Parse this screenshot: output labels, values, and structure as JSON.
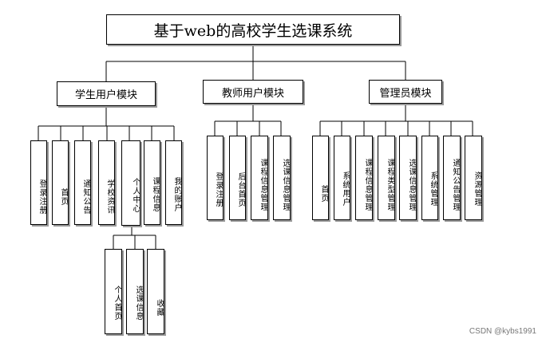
{
  "title": "基于web的高校学生选课系统",
  "modules": [
    {
      "name": "学生用户模块",
      "children": [
        "登录注册",
        "首页",
        "通知公告",
        "学校资讯",
        "个人中心",
        "课程信息",
        "我的账户"
      ],
      "subchildren": [
        "个人首页",
        "选课信息",
        "收藏"
      ]
    },
    {
      "name": "教师用户模块",
      "children": [
        "登录注册",
        "后台首页",
        "课程信息管理",
        "选课信息管理"
      ]
    },
    {
      "name": "管理员模块",
      "children": [
        "首页",
        "系统用户",
        "课程信息管理",
        "课程类型管理",
        "选课信息管理",
        "系统管理",
        "通知公告管理",
        "资源管理"
      ]
    }
  ],
  "watermark": "CSDN @kybs1991"
}
